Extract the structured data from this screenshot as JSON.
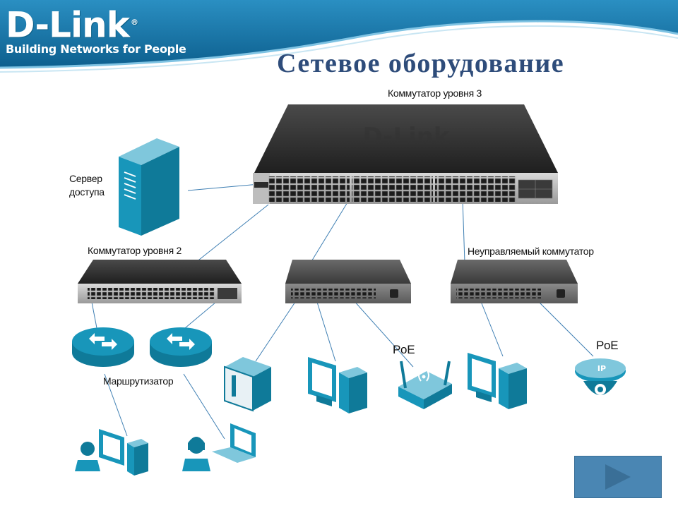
{
  "slide": {
    "title": "Сетевое оборудование"
  },
  "logo": {
    "brand": "D-Link",
    "registered": "®",
    "tagline": "Building Networks for People"
  },
  "labels": {
    "l3_switch": "Коммутатор уровня 3",
    "access_server": "Сервер доступа",
    "access_server_line1": "Сервер",
    "access_server_line2": "доступа",
    "l2_switch": "Коммутатор уровня 2",
    "unmanaged_switch": "Неуправляемый коммутатор",
    "router": "Маршрутизатор",
    "poe_ap": "PoE",
    "poe_camera": "PoE",
    "ip_camera_badge": "IP"
  },
  "colors": {
    "accent": "#138eb0",
    "brand_blue": "#1a6d9b",
    "title": "#2e4c7a",
    "link_line": "#3f7fb3",
    "device_dark": "#2c2c2c",
    "nav_button": "#4a86b3"
  },
  "icons": {
    "next": "play-triangle-icon"
  }
}
